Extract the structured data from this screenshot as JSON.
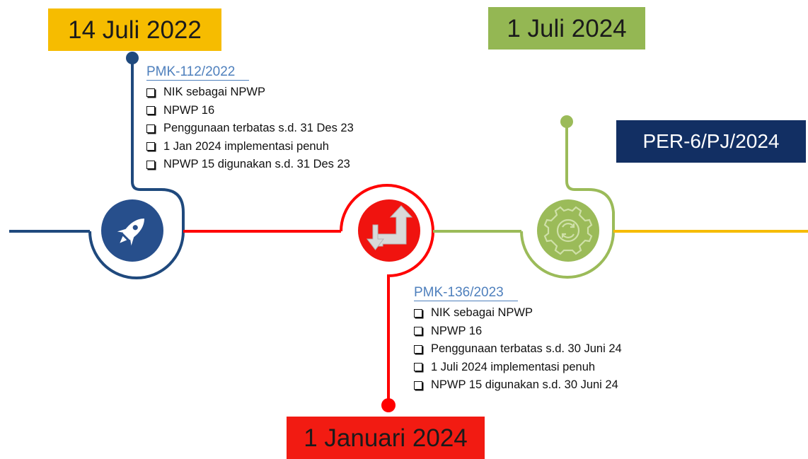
{
  "milestones": [
    {
      "date": "14 Juli 2022",
      "regulation": "PMK-112/2022",
      "items": [
        "NIK sebagai NPWP",
        "NPWP 16",
        "Penggunaan terbatas s.d. 31 Des 23",
        "1 Jan 2024 implementasi penuh",
        "NPWP 15 digunakan s.d. 31 Des 23"
      ],
      "color": "#f6bc00",
      "line_color": "#1f497d",
      "icon": "rocket-icon"
    },
    {
      "date": "1 Januari 2024",
      "regulation": "PMK-136/2023",
      "items": [
        "NIK sebagai NPWP",
        "NPWP 16",
        "Penggunaan terbatas s.d. 30 Juni 24",
        "1 Juli 2024 implementasi penuh",
        "NPWP 15 digunakan s.d. 30 Juni 24"
      ],
      "color": "#f21b12",
      "line_color": "#ff0000",
      "icon": "transfer-arrows-icon"
    },
    {
      "date": "1 Juli 2024",
      "regulation": "PER-6/PJ/2024",
      "color": "#94b753",
      "line_color": "#9bbb59",
      "icon": "gear-sync-icon",
      "regulation_box_color": "#122f63"
    }
  ],
  "tail_line_color": "#f6bc00"
}
